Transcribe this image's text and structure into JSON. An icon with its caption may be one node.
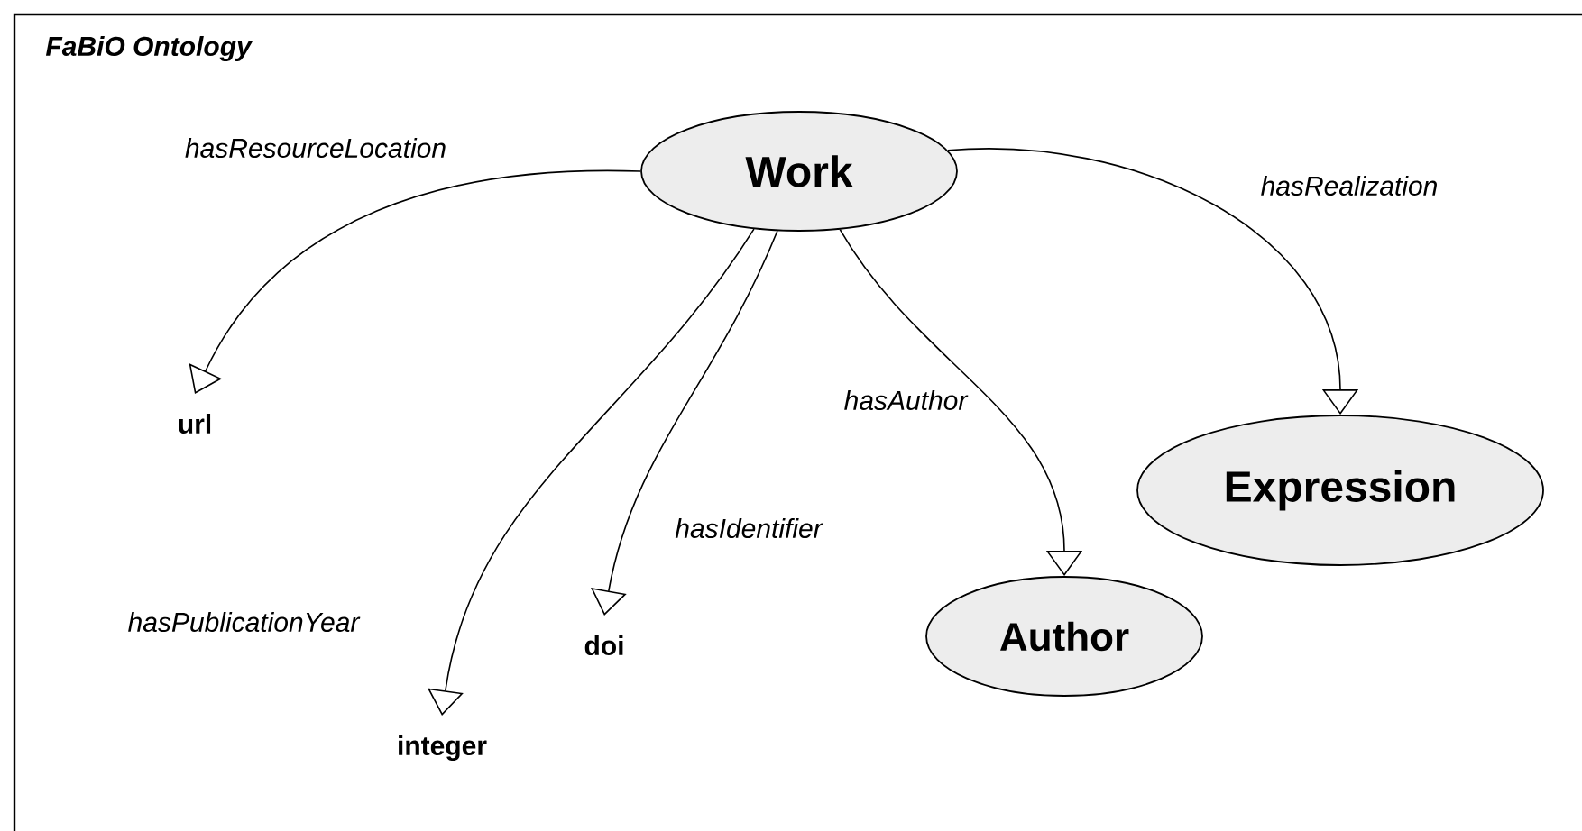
{
  "diagram": {
    "title": "FaBiO Ontology",
    "nodes": [
      {
        "text": [
          "Work"
        ]
      },
      {
        "text": [
          "url"
        ]
      },
      {
        "text": [
          "integer"
        ]
      },
      {
        "text": [
          "doi"
        ]
      },
      {
        "text": [
          "Author"
        ]
      },
      {
        "text": [
          "Expression"
        ]
      }
    ],
    "edges": [
      {
        "from": 0,
        "to": 1,
        "arrow": "to",
        "label": "hasResourceLocation"
      },
      {
        "from": 0,
        "to": 2,
        "arrow": "to",
        "label": "hasPublicationYear"
      },
      {
        "from": 0,
        "to": 3,
        "arrow": "to",
        "label": "hasIdentifier"
      },
      {
        "from": 0,
        "to": 4,
        "arrow": "to",
        "label": "hasAuthor"
      },
      {
        "from": 0,
        "to": 5,
        "arrow": "to",
        "label": "hasRealization"
      }
    ]
  }
}
